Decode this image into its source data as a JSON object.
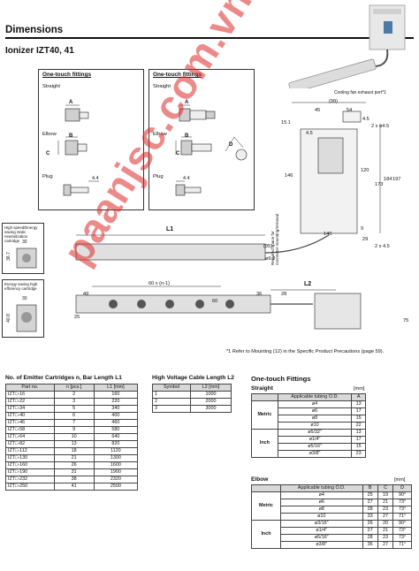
{
  "header": {
    "section_title": "Dimensions",
    "product_title": "Ionizer IZT40, 41"
  },
  "fitting_panels": {
    "left": {
      "title": "One-touch fittings",
      "straight": "Straight",
      "elbow": "Elbow",
      "plug": "Plug",
      "dim_a": "A",
      "dim_b": "B",
      "dim_c": "C",
      "plug_dim": "4.4"
    },
    "right": {
      "title": "One-touch fittings",
      "straight": "Straight",
      "elbow": "Elbow",
      "plug": "Plug",
      "dim_a": "A",
      "dim_b": "B",
      "dim_c": "C",
      "dim_d": "D",
      "plug_dim": "4.4"
    }
  },
  "cartridges": {
    "high_speed_label": "High speed/Energy saving static neutralization cartridge",
    "energy_saving_label": "Energy saving high efficiency cartridge",
    "dim_30_a": "30",
    "dim_36_7": "36.7",
    "dim_30_b": "30",
    "dim_40_8": "40.8"
  },
  "main_drawing": {
    "fan_label": "Cooling fan exhaust port*1",
    "top_dims": [
      "(99)",
      "45",
      "54",
      "4.5",
      "2 x ø4.5",
      "15.1",
      "146",
      "4.5"
    ],
    "right_dims": [
      "120",
      "197",
      "184",
      "173",
      "9",
      "29",
      "2 x 4.5"
    ],
    "mid_dims": [
      "(95)",
      "ø9.2",
      "140"
    ],
    "mount_note": "Required space for connector mounting/removal",
    "l1": "L1",
    "l2": "L2",
    "pitch": "60 x (n-1)",
    "bottom_dims": [
      "49",
      "36",
      "28",
      "60",
      "25",
      "75"
    ],
    "refer_note": "*1 Refer to Mounting (12) in the Specific Product Precautions (page 59)."
  },
  "watermark": "paanjsc.com.vn",
  "emitter_table": {
    "title": "No. of Emitter Cartridges n, Bar Length L1",
    "headers": [
      "Part no.",
      "n [pcs.]",
      "L1 [mm]"
    ],
    "rows": [
      [
        "IZT□-16",
        "2",
        "160"
      ],
      [
        "IZT□-22",
        "3",
        "220"
      ],
      [
        "IZT□-34",
        "5",
        "340"
      ],
      [
        "IZT□-40",
        "6",
        "400"
      ],
      [
        "IZT□-46",
        "7",
        "460"
      ],
      [
        "IZT□-58",
        "9",
        "580"
      ],
      [
        "IZT□-64",
        "10",
        "640"
      ],
      [
        "IZT□-82",
        "13",
        "820"
      ],
      [
        "IZT□-112",
        "18",
        "1120"
      ],
      [
        "IZT□-130",
        "21",
        "1300"
      ],
      [
        "IZT□-160",
        "26",
        "1600"
      ],
      [
        "IZT□-190",
        "31",
        "1900"
      ],
      [
        "IZT□-232",
        "38",
        "2320"
      ],
      [
        "IZT□-250",
        "41",
        "2500"
      ]
    ]
  },
  "cable_table": {
    "title": "High Voltage Cable Length L2",
    "headers": [
      "Symbol",
      "L2 [mm]"
    ],
    "rows": [
      [
        "1",
        "1000"
      ],
      [
        "2",
        "2000"
      ],
      [
        "3",
        "3000"
      ]
    ]
  },
  "fittings_tables": {
    "title": "One-touch Fittings",
    "straight": {
      "caption": "Straight",
      "unit": "[mm]",
      "headers": [
        "Applicable tubing O.D.",
        "A"
      ],
      "groups": [
        {
          "name": "Metric",
          "rows": [
            [
              "ø4",
              "13"
            ],
            [
              "ø6",
              "17"
            ],
            [
              "ø8",
              "15"
            ],
            [
              "ø10",
              "22"
            ]
          ]
        },
        {
          "name": "Inch",
          "rows": [
            [
              "ø5/32\"",
              "13"
            ],
            [
              "ø1/4\"",
              "17"
            ],
            [
              "ø5/16\"",
              "15"
            ],
            [
              "ø3/8\"",
              "23"
            ]
          ]
        }
      ]
    },
    "elbow": {
      "caption": "Elbow",
      "unit": "[mm]",
      "headers": [
        "Applicable tubing O.D.",
        "B",
        "C",
        "D"
      ],
      "groups": [
        {
          "name": "Metric",
          "rows": [
            [
              "ø4",
              "25",
              "19",
              "90°"
            ],
            [
              "ø6",
              "27",
              "21",
              "73°"
            ],
            [
              "ø8",
              "28",
              "23",
              "73°"
            ],
            [
              "ø10",
              "33",
              "27",
              "71°"
            ]
          ]
        },
        {
          "name": "Inch",
          "rows": [
            [
              "ø3/16\"",
              "26",
              "20",
              "90°"
            ],
            [
              "ø1/4\"",
              "27",
              "21",
              "73°"
            ],
            [
              "ø5/16\"",
              "28",
              "23",
              "73°"
            ],
            [
              "ø3/8\"",
              "36",
              "27",
              "71°"
            ]
          ]
        }
      ]
    }
  }
}
